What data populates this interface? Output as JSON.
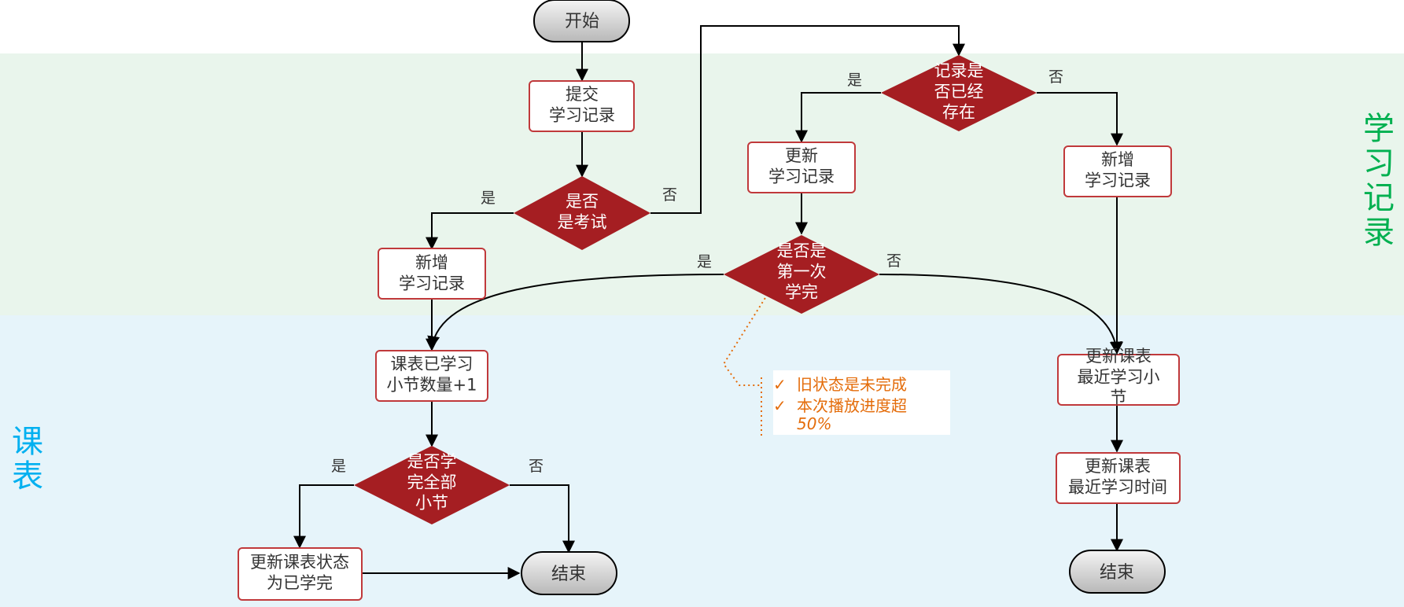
{
  "colors": {
    "zone_record_bg": "#e9f5ec",
    "zone_schedule_bg": "#e6f4fa",
    "zone_record_text": "#00b050",
    "zone_schedule_text": "#00b0f0",
    "decision_fill": "#a51e22",
    "process_border": "#c0393b",
    "note_text": "#e46c0a",
    "line": "#000000"
  },
  "zones": {
    "record_label": "学习记录",
    "schedule_label": "课表"
  },
  "nodes": {
    "start": "开始",
    "submit_record": "提交\n学习记录",
    "is_exam": "是否\n是考试",
    "add_record_left": "新增\n学习记录",
    "record_exists": "记录是\n否已经\n存在",
    "update_record": "更新\n学习记录",
    "add_record_right": "新增\n学习记录",
    "is_first_finish": "是否是\n第一次\n学完",
    "lesson_count_plus": "课表已学习\n小节数量+1",
    "all_finished": "是否学\n完全部\n小节",
    "update_schedule_status": "更新课表状态\n为已学完",
    "end_left": "结束",
    "update_recent_section": "更新课表\n最近学习小\n节",
    "update_recent_time": "更新课表\n最近学习时间",
    "end_right": "结束"
  },
  "edge_labels": {
    "yes": "是",
    "no": "否"
  },
  "note": {
    "items": [
      "旧状态是未完成",
      "本次播放进度超",
      "50%"
    ],
    "check_mark": "✓"
  }
}
